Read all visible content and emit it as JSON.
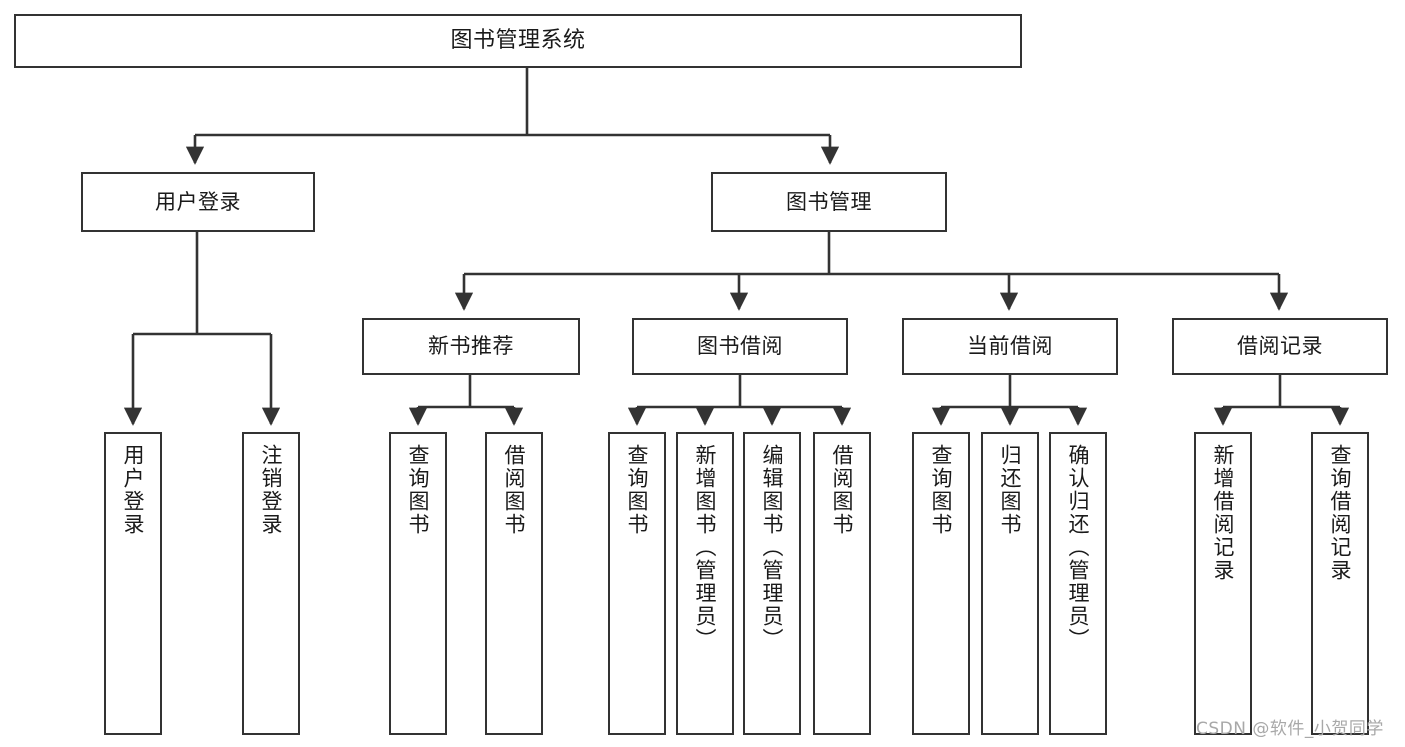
{
  "diagram": {
    "title": "图书管理系统",
    "type": "tree-structure-chart",
    "watermark": "CSDN @软件_小贺同学",
    "colors": {
      "background": "#ffffff",
      "border": "#333333",
      "text": "#1a1a1a",
      "edge": "#333333",
      "watermark": "#a8a8a8"
    },
    "nodes": {
      "root": {
        "label": "图书管理系统"
      },
      "level1": [
        {
          "label": "用户登录"
        },
        {
          "label": "图书管理"
        }
      ],
      "level2": [
        {
          "label": "新书推荐"
        },
        {
          "label": "图书借阅"
        },
        {
          "label": "当前借阅"
        },
        {
          "label": "借阅记录"
        }
      ],
      "leaves": {
        "user_login": [
          {
            "label": "用户登录"
          },
          {
            "label": "注销登录"
          }
        ],
        "new_book_recommend": [
          {
            "label": "查询图书"
          },
          {
            "label": "借阅图书"
          }
        ],
        "book_borrow": [
          {
            "label": "查询图书"
          },
          {
            "label": "新增图书（管理员）"
          },
          {
            "label": "编辑图书（管理员）"
          },
          {
            "label": "借阅图书"
          }
        ],
        "current_borrow": [
          {
            "label": "查询图书"
          },
          {
            "label": "归还图书"
          },
          {
            "label": "确认归还（管理员）"
          }
        ],
        "borrow_record": [
          {
            "label": "新增借阅记录"
          },
          {
            "label": "查询借阅记录"
          }
        ]
      }
    }
  }
}
